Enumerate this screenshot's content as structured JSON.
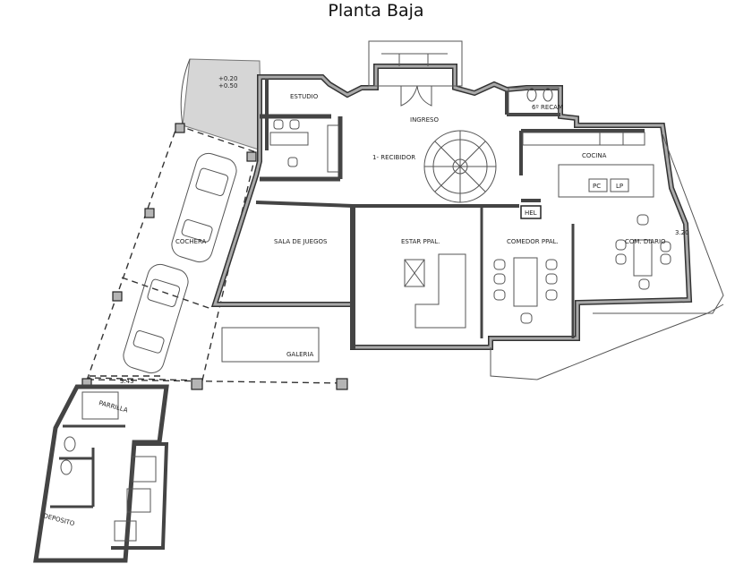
{
  "title": "Planta Baja",
  "rooms": {
    "estudio": "ESTUDIO",
    "ingreso": "INGRESO",
    "recibidor": "1- RECIBIDOR",
    "recamara": "6º RECAM",
    "cocina": "COCINA",
    "cochera": "COCHERA",
    "sala_juegos": "SALA DE JUEGOS",
    "estar": "ESTAR PPAL.",
    "comedor": "COMEDOR PPAL.",
    "comedor_diario": "COM. DIARIO",
    "galeria": "GALERIA",
    "parrilla": "PARRILLA",
    "deposito": "DEPOSITO",
    "hel": "HEL",
    "pc": "PC",
    "lp": "LP"
  },
  "levels": {
    "top": "+0.20",
    "top2": "+0.50",
    "right": "3.20",
    "left": "3.43"
  }
}
